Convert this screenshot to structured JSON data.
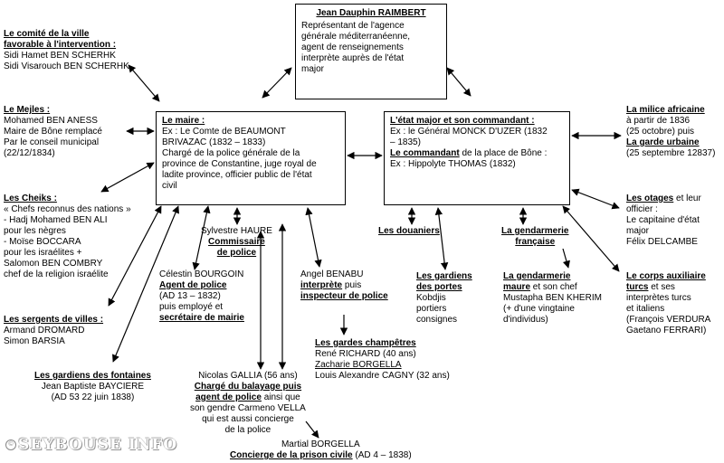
{
  "raimbert": {
    "title": "Jean Dauphin  RAIMBERT",
    "lines": [
      "Représentant de l'agence",
      "générale méditerranéenne,",
      "agent de renseignements",
      "interprète auprès de l'état",
      "major"
    ]
  },
  "maire": {
    "title": "Le maire :",
    "lines": [
      "Ex : Le Comte de BEAUMONT",
      "BRIVAZAC (1832 – 1833)",
      "Chargé de la police générale de la",
      "province de Constantine, juge royal de",
      "ladite province, officier public de l'état",
      "civil"
    ]
  },
  "etat_major": {
    "title": "L'état major  et son commandant :",
    "line1": "Ex : le Général MONCK D'UZER (1832",
    "line2": "– 1835)",
    "sub_title": "Le commandant",
    "sub_rest": " de la place de Bône :",
    "line4": "Ex : Hippolyte THOMAS (1832)"
  },
  "comite": {
    "title1": "Le comité de la ville",
    "title2": "favorable à l'intervention :",
    "lines": [
      "Sidi Hamet BEN SCHERHK",
      "Sidi Visarouch BEN SCHERHK"
    ]
  },
  "mejles": {
    "title": "Le Mejles :",
    "lines": [
      "Mohamed BEN ANESS",
      "Maire de Bône remplacé",
      "Par le conseil municipal",
      "(22/12/1834)"
    ]
  },
  "cheiks": {
    "title": "Les Cheiks :",
    "lines": [
      "« Chefs reconnus des nations »",
      "- Hadj Mohamed BEN ALI",
      "pour les nègres",
      "- Moïse BOCCARA",
      "pour les israélites +",
      "Salomon BEN COMBRY",
      "chef de la religion israélite"
    ]
  },
  "sergents": {
    "title": "Les sergents de villes :",
    "lines": [
      "Armand DROMARD",
      "Simon BARSIA"
    ]
  },
  "gardiens_fontaines": {
    "title": "Les gardiens des fontaines",
    "lines": [
      "Jean Baptiste BAYCIERE",
      "(AD 53 22 juin 1838)"
    ]
  },
  "haure": {
    "name": "Sylvestre HAURE",
    "role1": "Commissaire",
    "role2": "de police"
  },
  "bourgoin": {
    "name": "Célestin BOURGOIN",
    "role": "Agent de police",
    "line2": "(AD 13 – 1832)",
    "line3": "puis employé et",
    "role2": "secrétaire de mairie"
  },
  "benabu": {
    "name": "Angel BENABU",
    "role1": "interprète",
    "role1_rest": " puis",
    "role2": "inspecteur de police"
  },
  "gardes": {
    "title": "Les gardes champêtres",
    "line1": "René RICHARD (40 ans)",
    "line2": "Zacharie BORGELLA",
    "line3": "Louis Alexandre CAGNY (32 ans)"
  },
  "gallia": {
    "name": "Nicolas GALLIA (56 ans)",
    "role1": "Chargé du balayage puis",
    "role2": "agent de police",
    "role2_rest": " ainsi que",
    "line4": "son gendre Carmeno VELLA",
    "line5": "qui est aussi concierge",
    "line6": "de la police"
  },
  "borgella": {
    "name": "Martial BORGELLA",
    "role": "Concierge de la prison civile",
    "rest": " (AD 4 – 1838)"
  },
  "douaniers": {
    "title": "Les douaniers"
  },
  "gardiens_portes": {
    "title1": "Les gardiens",
    "title2": "des portes",
    "lines": [
      "Kobdjis",
      "portiers",
      "consignes"
    ]
  },
  "gendarmerie_fr": {
    "title1": "La gendarmerie",
    "title2": "française"
  },
  "gendarmerie_maure": {
    "title1": "La gendarmerie",
    "title2": "maure",
    "rest2": " et son chef",
    "line3": "Mustapha BEN KHERIM",
    "line4": " (+ d'une vingtaine",
    "line5": "d'individus)"
  },
  "milice": {
    "title1": "La milice africaine",
    "line1": "à partir de 1836",
    "line2": "(25 octobre) puis",
    "title2": "La garde urbaine",
    "line3": "(25 septembre 12837)"
  },
  "otages": {
    "title": "Les otages",
    "rest": " et leur",
    "lines": [
      "officier :",
      "Le capitaine d'état",
      "major",
      "Félix DELCAMBE"
    ]
  },
  "corps_aux": {
    "title1": "Le corps auxiliaire",
    "title2": "turcs",
    "rest2": " et ses",
    "lines": [
      "interprètes turcs",
      "et italiens",
      "(François VERDURA",
      "Gaetano FERRARI)"
    ]
  },
  "watermark": {
    "text": "SEYBOUSE INFO",
    "symbol": "©"
  }
}
